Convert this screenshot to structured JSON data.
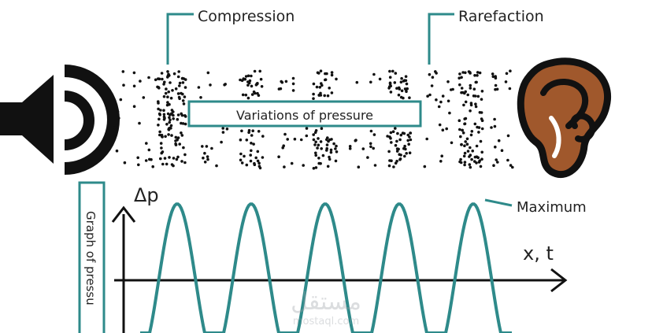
{
  "labels": {
    "compression": "Compression",
    "rarefaction": "Rarefaction",
    "variations": "Variations of pressure",
    "delta_p": "Δp",
    "maximum": "Maximum",
    "axis_x": "x, t",
    "graph_label": "Graph of pressu"
  },
  "watermark": {
    "arabic": "مستقل",
    "latin": "mostaql.com"
  },
  "colors": {
    "teal": "#2e8a8a",
    "ear_brown": "#a0582c",
    "ink": "#111111"
  },
  "icons": {
    "speaker": "speaker-icon",
    "ear": "ear-icon"
  },
  "wave": {
    "cycles_visible": 5
  }
}
